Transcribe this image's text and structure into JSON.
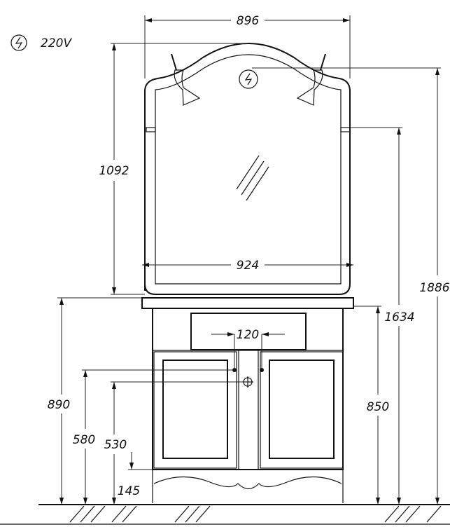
{
  "power": {
    "label": "220V",
    "icon": "electric-outlet-icon"
  },
  "dimensions": {
    "overall_width": "896",
    "mirror_height": "1092",
    "mirror_width": "924",
    "cabinet_height": "890",
    "total_height": "1886",
    "mirror_shelf_height": "1634",
    "counter_height": "850",
    "drain_spacing": "120",
    "water_inlet_height": "580",
    "drain_height": "530",
    "leg_height": "145"
  }
}
